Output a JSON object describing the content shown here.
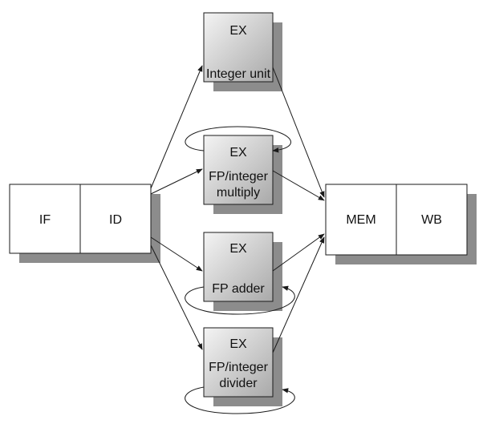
{
  "front_stages": {
    "if_label": "IF",
    "id_label": "ID"
  },
  "back_stages": {
    "mem_label": "MEM",
    "wb_label": "WB"
  },
  "units": [
    {
      "top": "EX",
      "name": [
        "Integer unit"
      ]
    },
    {
      "top": "EX",
      "name": [
        "FP/integer",
        "multiply"
      ]
    },
    {
      "top": "EX",
      "name": [
        "FP adder"
      ]
    },
    {
      "top": "EX",
      "name": [
        "FP/integer",
        "divider"
      ]
    }
  ],
  "colors": {
    "stage_fill": "#ffffff",
    "unit_gradient_light": "#f4f4f4",
    "unit_gradient_dark": "#a9a9a9",
    "shadow": "#8c8c8c",
    "line": "#1a1a1a"
  }
}
